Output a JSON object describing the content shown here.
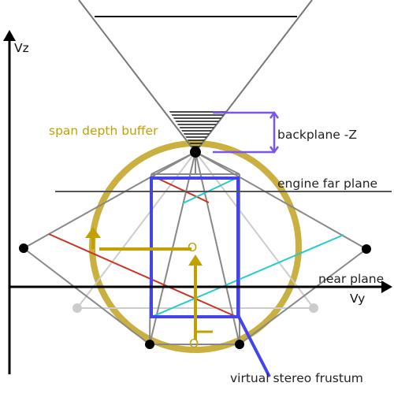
{
  "axes": {
    "vertical_label": "Vz",
    "horizontal_label": "Vy"
  },
  "labels": {
    "span_depth_buffer": "span depth buffer",
    "backplane": "backplane -Z",
    "engine_far_plane": "engine far plane",
    "near_plane": "near plane",
    "virtual_stereo_frustum": "virtual stereo frustum",
    "origin_top": "O",
    "origin_bottom": "O"
  },
  "colors": {
    "gold": "#c9b040",
    "gold_text": "#c2a000",
    "blue": "#4444ee",
    "red": "#cc3322",
    "cyan": "#22cccc",
    "violet": "#7755ee",
    "gray": "#888888",
    "light_gray": "#cccccc",
    "black": "#000000"
  }
}
